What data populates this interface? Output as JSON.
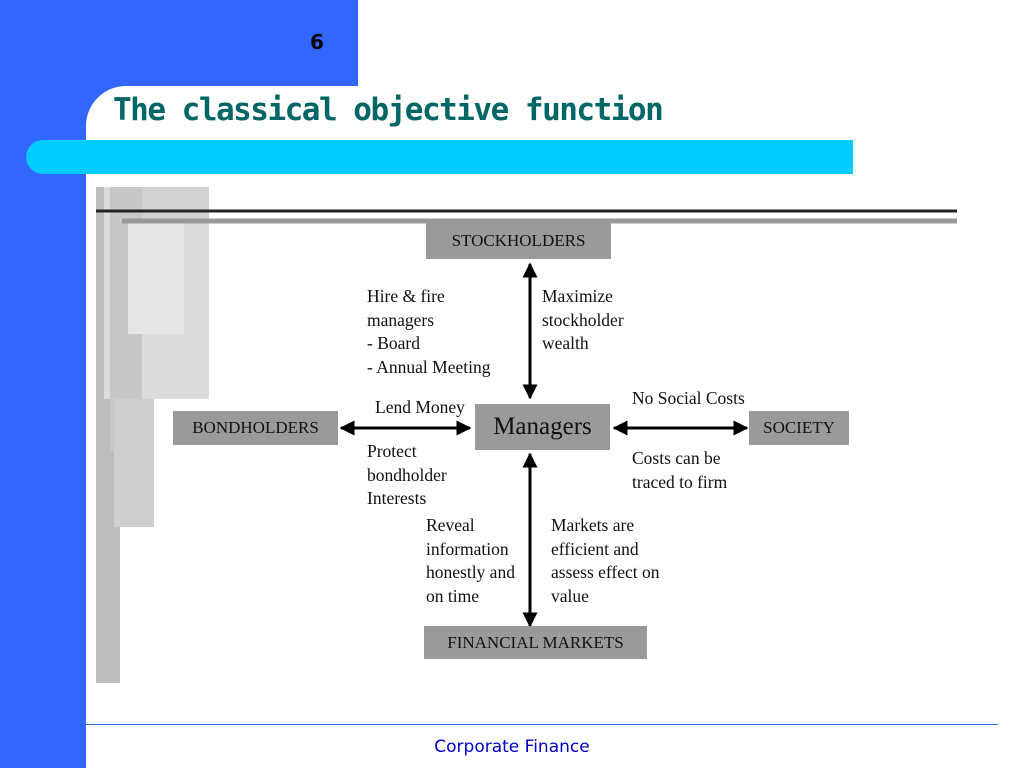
{
  "slide": {
    "number": "6",
    "title": "The classical objective function",
    "footer": "Corporate Finance",
    "colors": {
      "blue": "#3366ff",
      "cyan": "#00ccff",
      "title": "#006666",
      "footer_text": "#0000cc",
      "box": "#9a9a9a"
    }
  },
  "diagram": {
    "nodes": {
      "stockholders": "STOCKHOLDERS",
      "managers": "Managers",
      "bondholders": "BONDHOLDERS",
      "society": "SOCIETY",
      "financial_markets": "FINANCIAL MARKETS"
    },
    "labels": {
      "hire_fire": "Hire & fire\nmanagers\n- Board\n- Annual Meeting",
      "maximize": "Maximize\nstockholder\nwealth",
      "lend_money": "Lend Money",
      "protect": "Protect\nbondholder\nInterests",
      "no_social_costs": "No Social Costs",
      "costs_traced": "Costs can be\ntraced to firm",
      "reveal_info": "Reveal\ninformation\nhonestly and\non time",
      "markets_efficient": "Markets are\nefficient and\nassess effect on\nvalue"
    }
  }
}
